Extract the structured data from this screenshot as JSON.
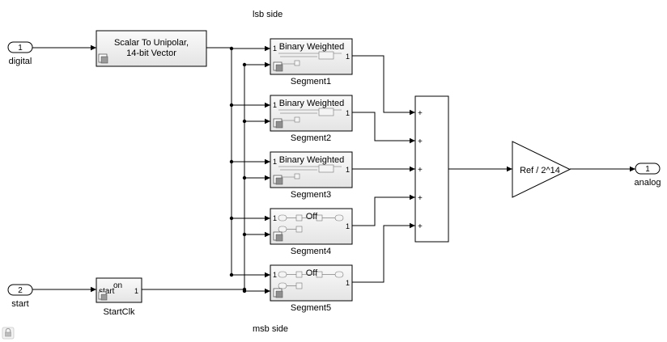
{
  "annotations": {
    "top": "lsb side",
    "bottom": "msb side"
  },
  "ports": {
    "in1": {
      "number": "1",
      "label": "digital"
    },
    "in2": {
      "number": "2",
      "label": "start"
    },
    "out1": {
      "number": "1",
      "label": "analog"
    }
  },
  "converter": {
    "line1": "Scalar To Unipolar,",
    "line2": "14-bit Vector"
  },
  "startclk": {
    "name": "StartClk",
    "text_on": "on",
    "text_start": "start",
    "out_port": "1"
  },
  "segments": [
    {
      "name": "Segment1",
      "kind": "binary",
      "title": "Binary Weighted",
      "in_port": "1",
      "out_port": "1"
    },
    {
      "name": "Segment2",
      "kind": "binary",
      "title": "Binary Weighted",
      "in_port": "1",
      "out_port": "1"
    },
    {
      "name": "Segment3",
      "kind": "binary",
      "title": "Binary Weighted",
      "in_port": "1",
      "out_port": "1"
    },
    {
      "name": "Segment4",
      "kind": "switch",
      "title": "Off",
      "in_port": "1",
      "out_port": "1"
    },
    {
      "name": "Segment5",
      "kind": "switch",
      "title": "Off",
      "in_port": "1",
      "out_port": "1"
    }
  ],
  "sum": {
    "signs": [
      "+",
      "+",
      "+",
      "+",
      "+"
    ]
  },
  "gain": {
    "label": "Ref / 2^14"
  },
  "colors": {
    "line": "#000000",
    "block_fill": "#ffffff",
    "block_shade": "#ebebeb",
    "canvas": "#ffffff"
  },
  "icons": {
    "mask": "mask-icon",
    "lock": "lock-icon"
  }
}
